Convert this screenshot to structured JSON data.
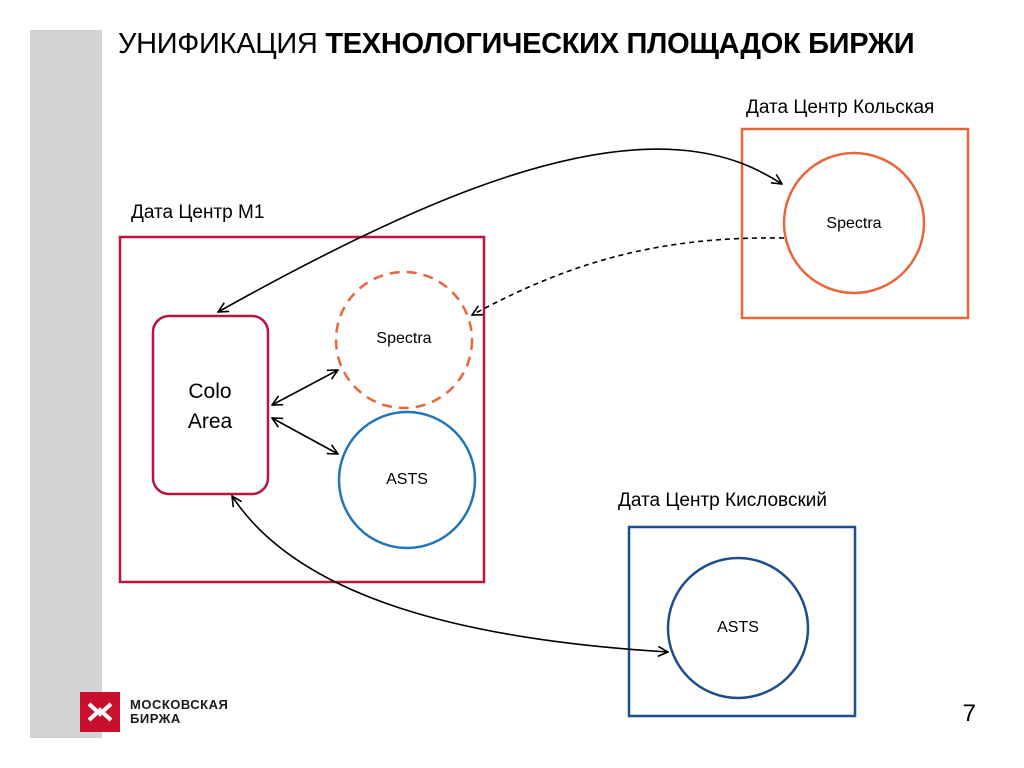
{
  "slide": {
    "title_regular": "УНИФИКАЦИЯ",
    "title_bold": "ТЕХНОЛОГИЧЕСКИХ ПЛОЩАДОК БИРЖИ",
    "page_number": "7"
  },
  "datacenters": {
    "m1": {
      "label": "Дата Центр М1",
      "color": "#c0143c"
    },
    "kolskaya": {
      "label": "Дата Центр Кольская",
      "color": "#e8663a"
    },
    "kislovsky": {
      "label": "Дата Центр Кисловский",
      "color": "#1f4e8c"
    }
  },
  "nodes": {
    "colo_line1": "Colo",
    "colo_line2": "Area",
    "spectra_m1": "Spectra",
    "asts_m1": "ASTS",
    "spectra_kolskaya": "Spectra",
    "asts_kislovsky": "ASTS"
  },
  "colors": {
    "colo_border": "#b5173f",
    "spectra_dashed": "#e8663a",
    "asts_m1": "#1f76b8",
    "asts_kislovsky": "#1f4e8c",
    "arrow": "#000000"
  },
  "logo": {
    "line1": "МОСКОВСКАЯ",
    "line2": "БИРЖА",
    "brand_color": "#c8102e"
  }
}
